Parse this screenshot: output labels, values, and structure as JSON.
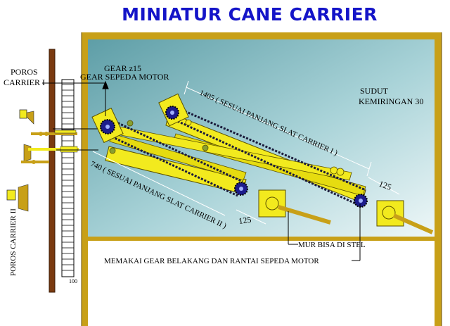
{
  "title": "MINIATUR CANE CARRIER",
  "labels": {
    "gear_z15": "GEAR z15",
    "gear_motor": "GEAR SEPEDA MOTOR",
    "poros_carrier_1": [
      "POROS",
      "CARRIER I"
    ],
    "poros_carrier_2": "POROS CARRIER II",
    "dim_1405": "1405 ( SESUAI PANJANG SLAT CARRIER I )",
    "dim_740": "740 ( SESUAI PANJANG SLAT CARRIER II )",
    "dim_125_a": "125",
    "dim_125_b": "125",
    "sudut": [
      "SUDUT",
      "KEMIRINGAN 30"
    ],
    "mur": "MUR BISA DI STEL",
    "memakai": "MEMAKAI GEAR BELAKANG DAN RANTAI SEPEDA MOTOR",
    "scale_100": "100"
  },
  "colors": {
    "title": "#1414c8",
    "frame": "#c8a018",
    "panel_top": "#5e9ea7",
    "panel_bottom": "#eaf5f6",
    "yellow": "#f2ea1e",
    "gear": "#1c1c8c"
  }
}
